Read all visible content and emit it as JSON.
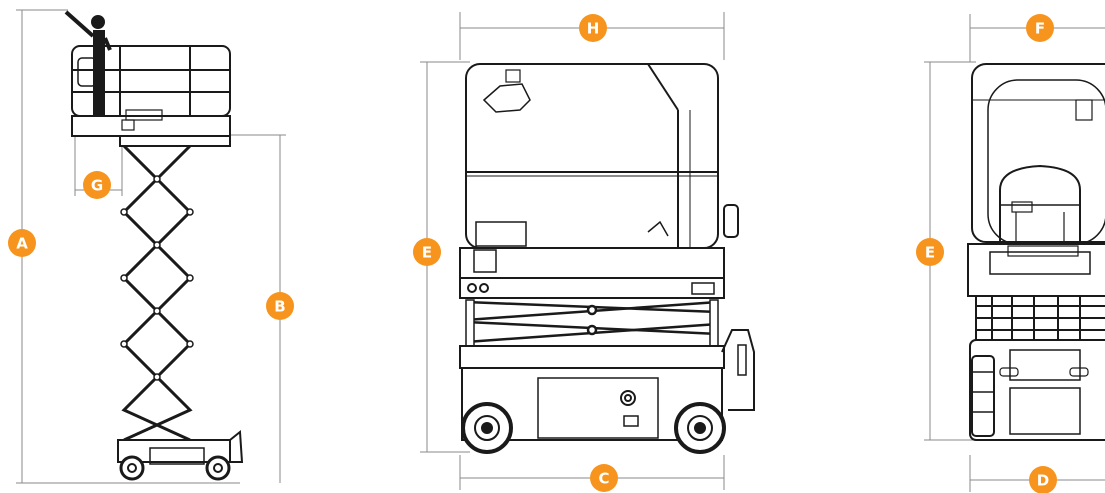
{
  "colors": {
    "badge": "#f7941d",
    "line": "#1a1a1a",
    "dimension_line": "#8a8a8a",
    "background": "#ffffff"
  },
  "labels": {
    "A": "A",
    "B": "B",
    "C": "C",
    "D": "D",
    "E_front": "E",
    "E_rear": "E",
    "F": "F",
    "G": "G",
    "H": "H"
  }
}
